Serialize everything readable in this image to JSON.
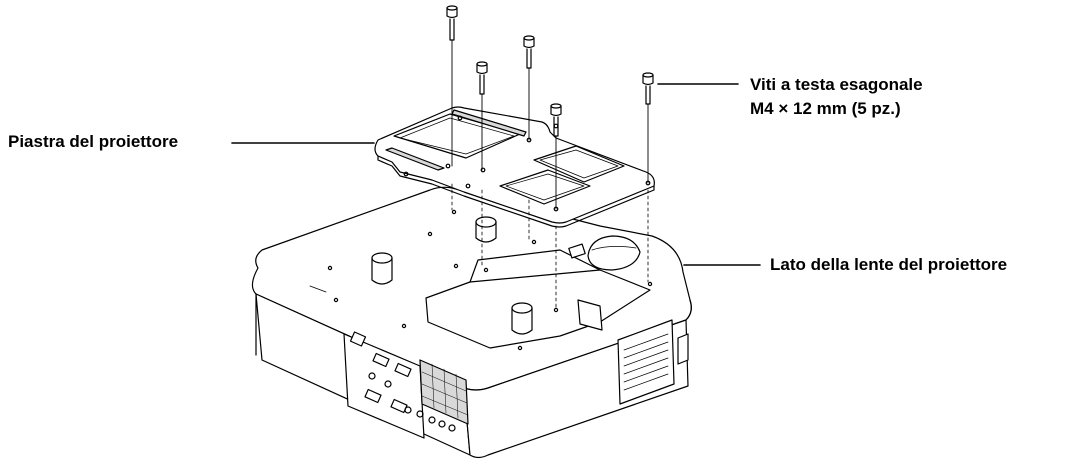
{
  "labels": {
    "plate": "Piastra del proiettore",
    "screws_line1": "Viti a testa esagonale",
    "screws_line2": "M4 × 12 mm (5 pz.)",
    "lens_side": "Lato della lente del proiettore"
  },
  "colors": {
    "line": "#000000",
    "fill": "#ffffff",
    "shade": "#d9d9d9"
  }
}
